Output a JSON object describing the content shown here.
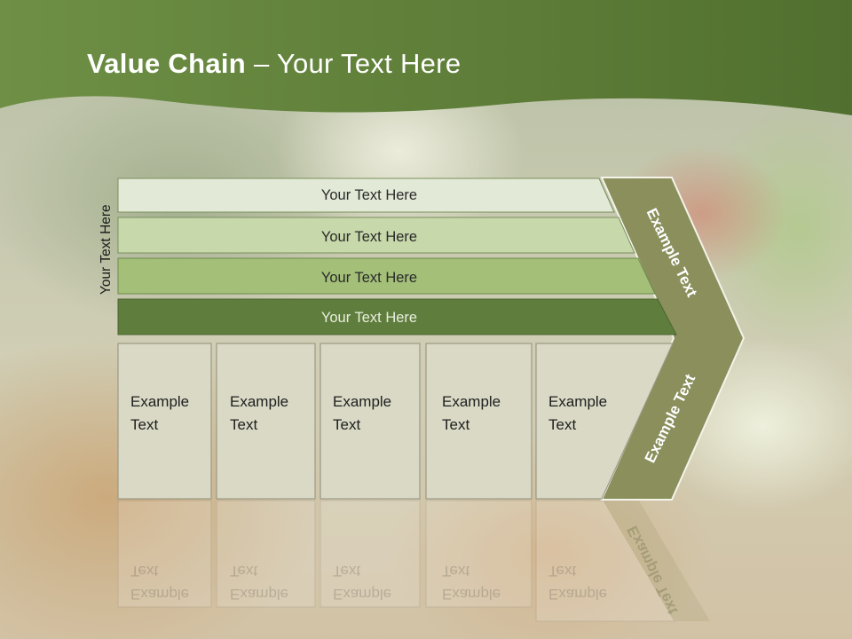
{
  "slide": {
    "title_bold": "Value Chain",
    "title_rest": " – Your Text Here",
    "side_label": "Your Text Here"
  },
  "rows": [
    {
      "label": "Your Text Here",
      "color": "#e2e9d6"
    },
    {
      "label": "Your Text Here",
      "color": "#c7d8aa"
    },
    {
      "label": "Your Text Here",
      "color": "#a3bf78"
    },
    {
      "label": "Your Text Here",
      "color": "#5f7d3c"
    }
  ],
  "boxes": [
    {
      "line1": "Example",
      "line2": "Text"
    },
    {
      "line1": "Example",
      "line2": "Text"
    },
    {
      "line1": "Example",
      "line2": "Text"
    },
    {
      "line1": "Example",
      "line2": "Text"
    },
    {
      "line1": "Example",
      "line2": "Text"
    }
  ],
  "chevron": {
    "upper_label": "Example Text",
    "lower_label": "Example Text",
    "color": "#8a8f5c"
  },
  "colors": {
    "header": "#5f7d3c",
    "box_fill": "#d9d9c6",
    "box_stroke": "#9a9a86"
  }
}
